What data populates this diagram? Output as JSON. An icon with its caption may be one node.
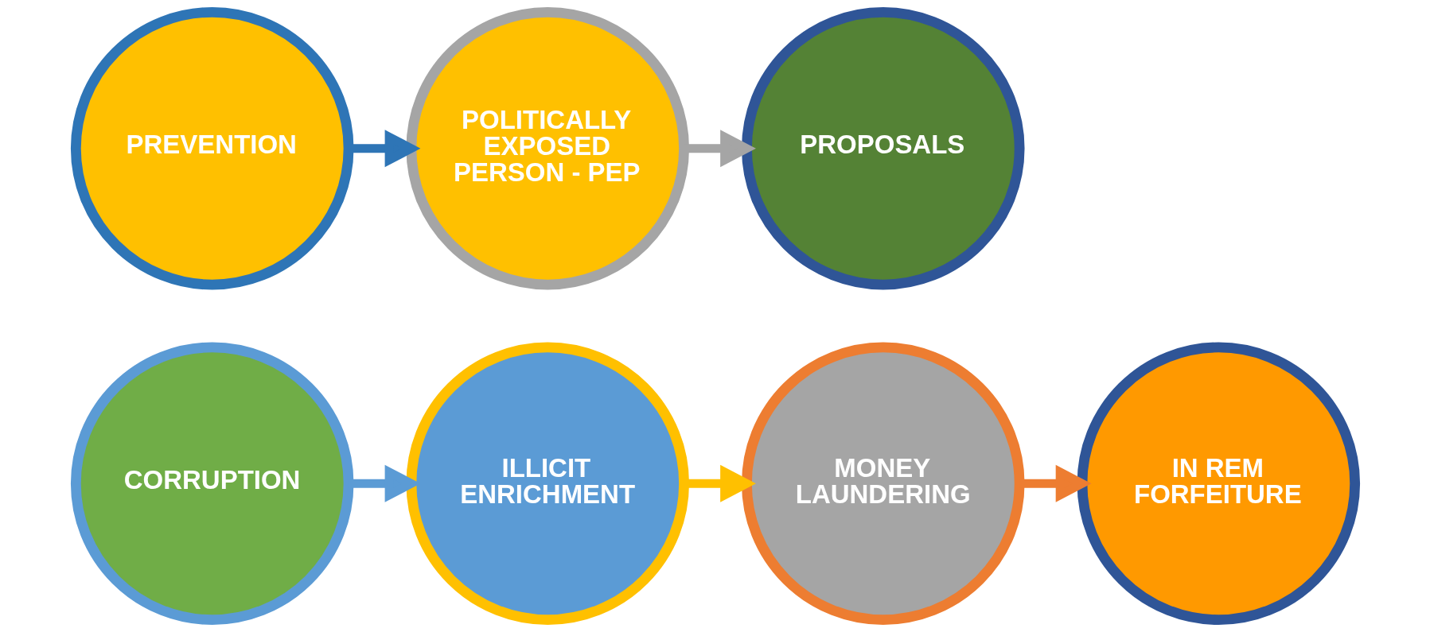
{
  "diagram": {
    "nodes": [
      {
        "text": [
          "CORRUPTION"
        ]
      },
      {
        "text": [
          "ILLICIT ENRICHMENT"
        ]
      },
      {
        "text": [
          "MONEY LAUNDERING"
        ]
      },
      {
        "text": [
          "IN REM FORFEITURE"
        ]
      },
      {
        "text": [
          "PREVENTION"
        ]
      },
      {
        "text": [
          "POLITICALLY EXPOSED PERSON - PEP"
        ]
      },
      {
        "text": [
          "PROPOSALS"
        ]
      }
    ],
    "edges": [
      {
        "from": 0,
        "to": 1,
        "arrow": "to",
        "color": "#5b9bd5"
      },
      {
        "from": 1,
        "to": 2,
        "arrow": "to",
        "color": "#ffc000"
      },
      {
        "from": 2,
        "to": 3,
        "arrow": "to",
        "color": "#ed7d31"
      },
      {
        "from": 4,
        "to": 5,
        "arrow": "to",
        "color": "#2e75b6"
      },
      {
        "from": 5,
        "to": 6,
        "arrow": "to",
        "color": "#a5a5a5"
      }
    ]
  }
}
